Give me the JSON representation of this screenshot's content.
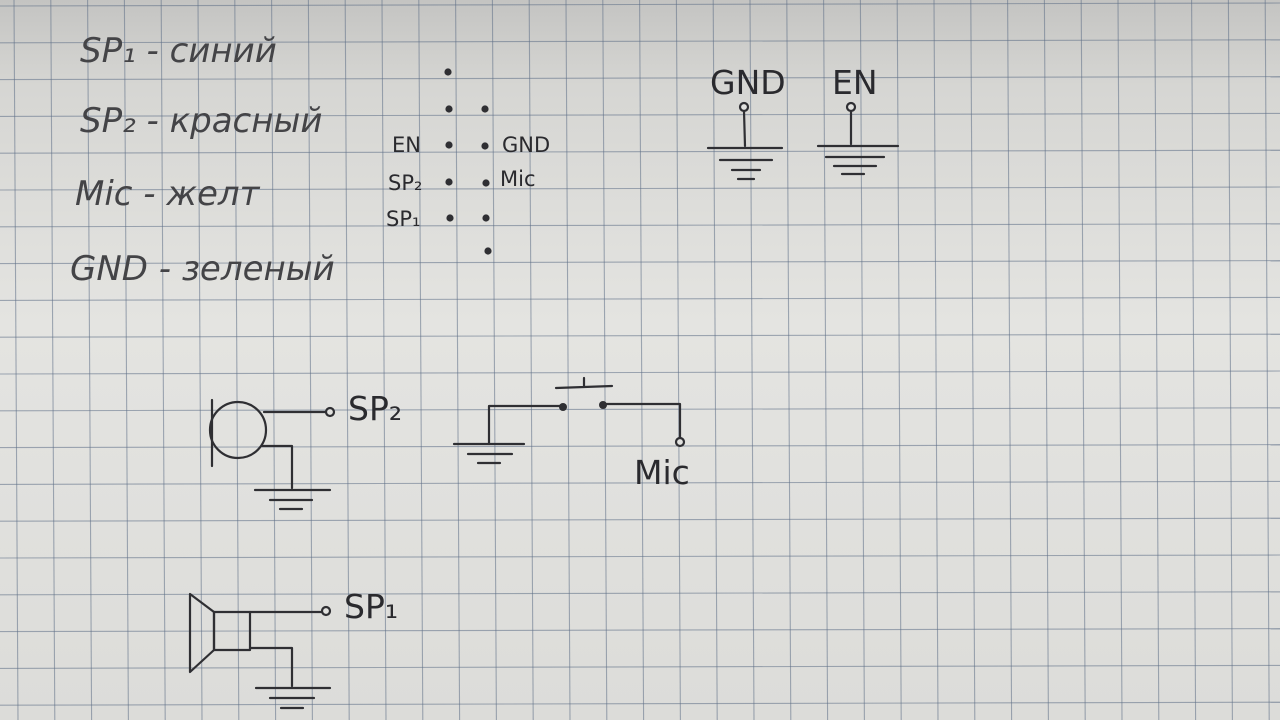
{
  "legend": {
    "sp1": "SP₁ - синий",
    "sp2": "SP₂ - красный",
    "mic": "Mic - желт",
    "gnd": "GND - зеленый"
  },
  "connector": {
    "left_labels": [
      "EN",
      "SP₂",
      "SP₁"
    ],
    "right_labels": [
      "GND",
      "Mic"
    ]
  },
  "ground_symbols": {
    "gnd_label": "GND",
    "en_label": "EN"
  },
  "circuits": {
    "speaker_sp2_label": "SP₂",
    "switch_mic_label": "Mic",
    "speaker_sp1_label": "SP₁"
  },
  "colors": {
    "paper": "#e2e2df",
    "grid": "#5f6f86",
    "ink": "#2f2f33"
  }
}
